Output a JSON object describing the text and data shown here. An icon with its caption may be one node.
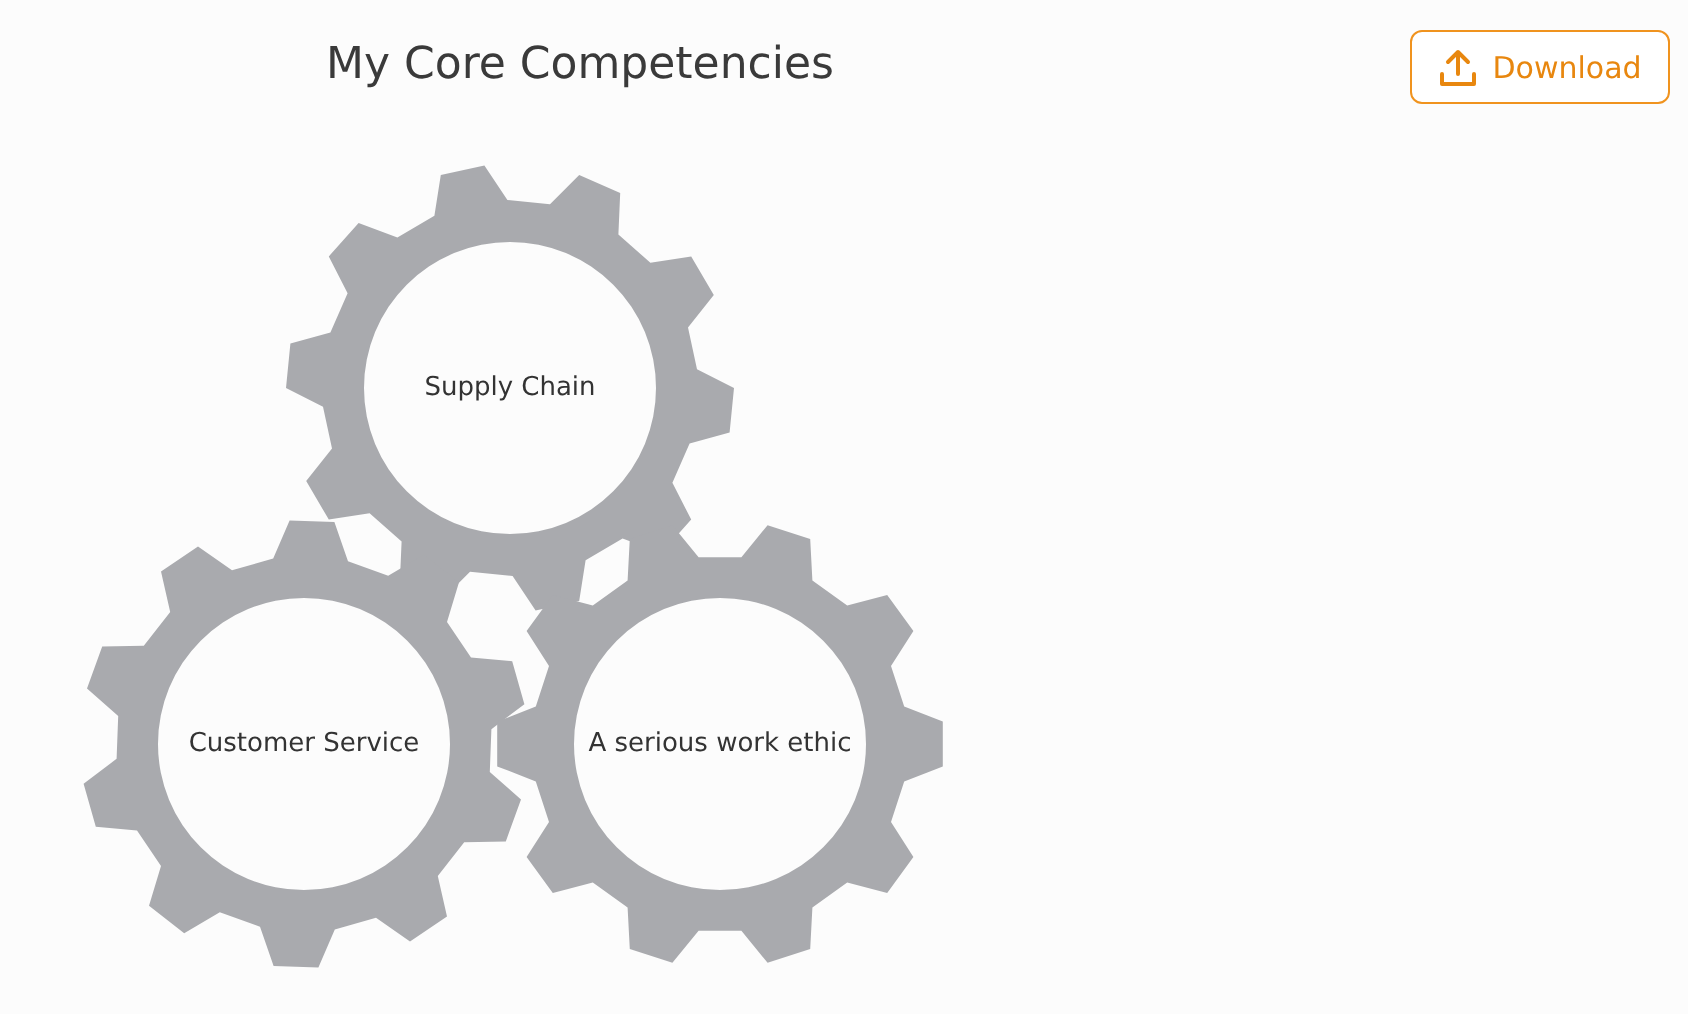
{
  "diagram": {
    "title": "My Core Competencies",
    "nodes": [
      {
        "text": [
          "Supply Chain"
        ]
      },
      {
        "text": [
          "Customer Service"
        ]
      },
      {
        "text": [
          "A serious work ethic"
        ]
      }
    ],
    "labels": [
      "Download"
    ]
  }
}
